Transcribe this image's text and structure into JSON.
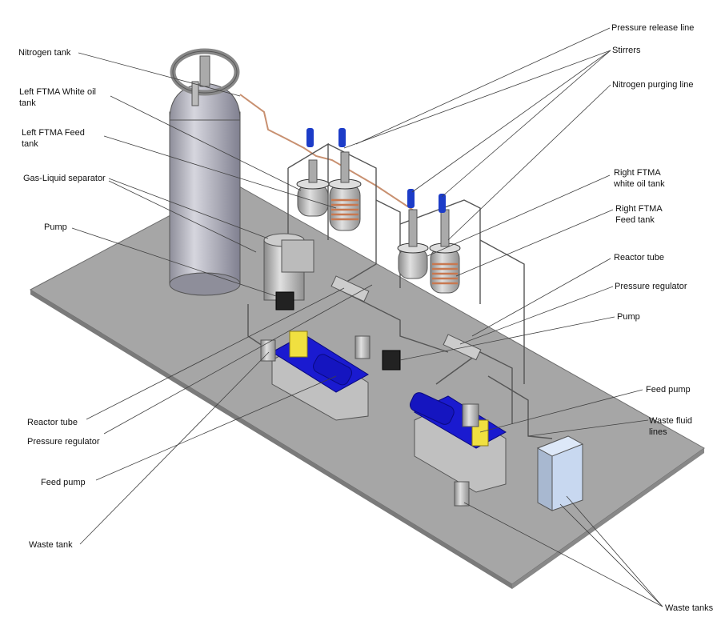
{
  "diagram": {
    "title": "FTMA dual reactor test rig – isometric layout",
    "colors": {
      "platform": "#a6a6a6",
      "platform_edge": "#7a7a7a",
      "cylinder": "#b8b8c4",
      "pump_body": "#1a1ad0",
      "pump_coupling": "#f0e040",
      "feed_tank_coil": "#c87850",
      "stirrer_cap": "#1c3cc8",
      "waste_tank_large": "#c8d8f0",
      "leader_line": "#404040",
      "nitrogen_line": "#c89070"
    },
    "labels_left": [
      {
        "id": "nitrogen-tank",
        "text": "Nitrogen tank"
      },
      {
        "id": "left-ftma-white-oil-tank",
        "text": "Left FTMA White oil\ntank"
      },
      {
        "id": "left-ftma-feed-tank",
        "text": "Left FTMA Feed\ntank"
      },
      {
        "id": "gas-liquid-separator",
        "text": "Gas-Liquid separator"
      },
      {
        "id": "pump-left",
        "text": "Pump"
      },
      {
        "id": "reactor-tube-left",
        "text": "Reactor tube"
      },
      {
        "id": "pressure-regulator-left",
        "text": "Pressure regulator"
      },
      {
        "id": "feed-pump-left",
        "text": "Feed pump"
      },
      {
        "id": "waste-tank-left",
        "text": "Waste tank"
      }
    ],
    "labels_right": [
      {
        "id": "pressure-release-line",
        "text": "Pressure release line"
      },
      {
        "id": "stirrers",
        "text": "Stirrers"
      },
      {
        "id": "nitrogen-purging-line",
        "text": "Nitrogen purging line"
      },
      {
        "id": "right-ftma-white-oil-tank",
        "text": "Right FTMA\nwhite oil tank"
      },
      {
        "id": "right-ftma-feed-tank",
        "text": "Right FTMA\nFeed tank"
      },
      {
        "id": "reactor-tube-right",
        "text": "Reactor tube"
      },
      {
        "id": "pressure-regulator-right",
        "text": "Pressure regulator"
      },
      {
        "id": "pump-right",
        "text": "Pump"
      },
      {
        "id": "feed-pump-right",
        "text": "Feed pump"
      },
      {
        "id": "waste-fluid-lines",
        "text": "Waste fluid\nlines"
      },
      {
        "id": "waste-tanks",
        "text": "Waste tanks"
      }
    ]
  }
}
